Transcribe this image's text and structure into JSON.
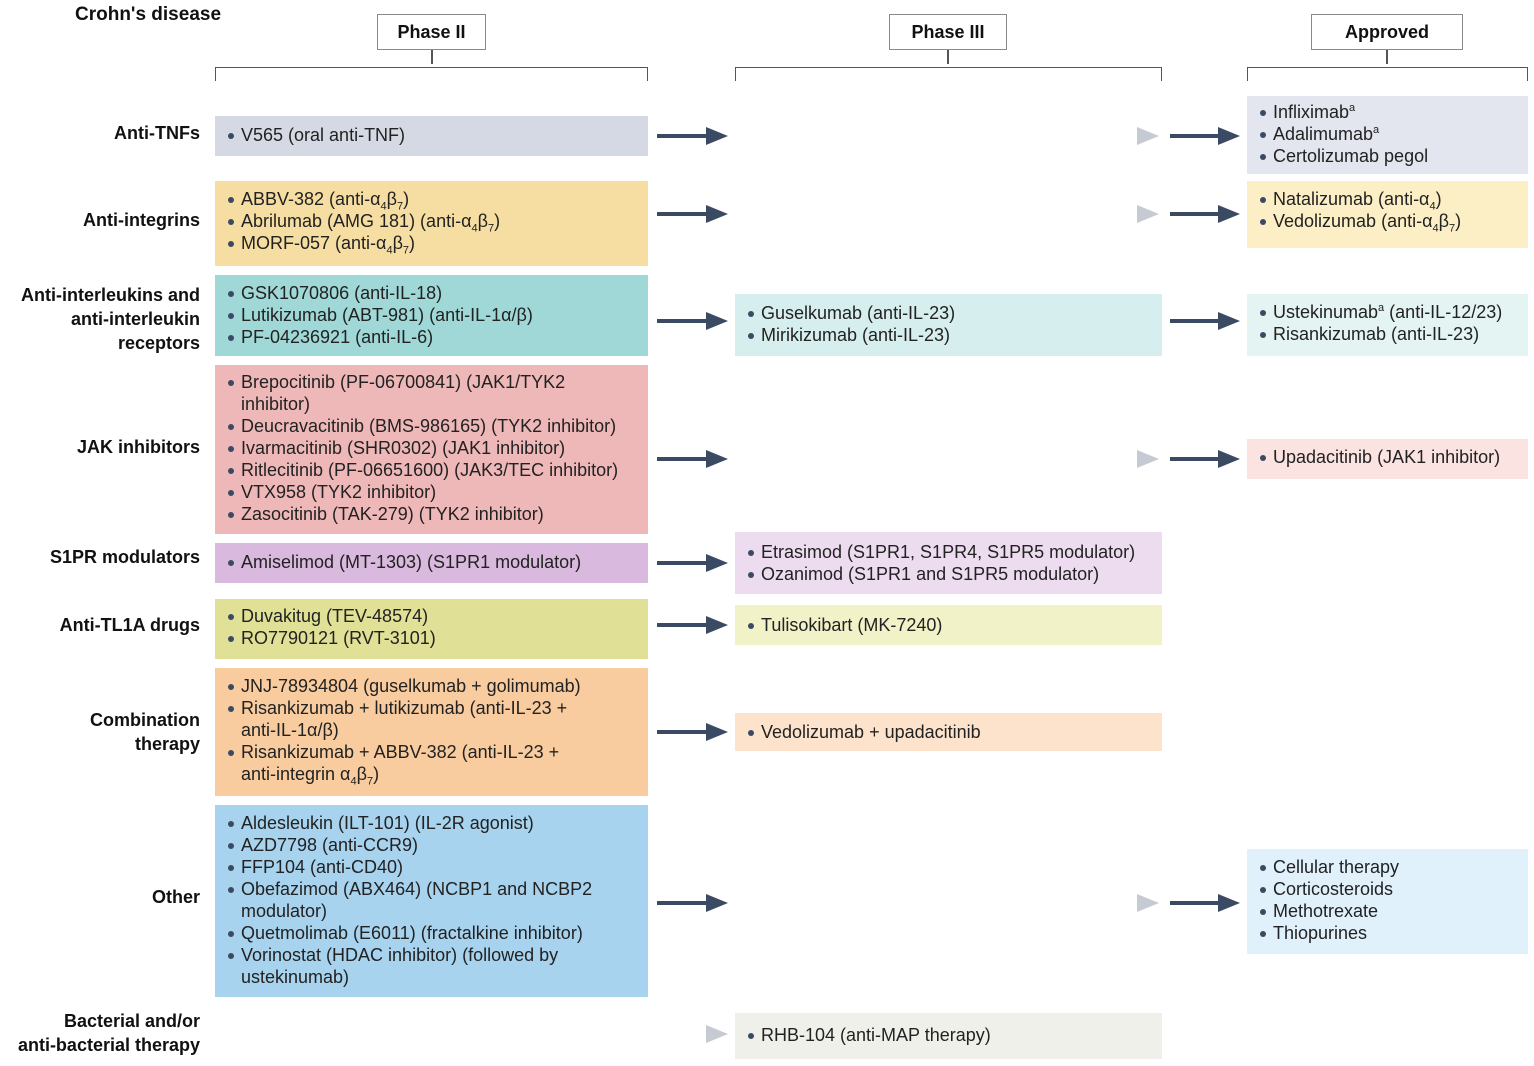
{
  "title": "Crohn's disease",
  "phases": {
    "phase2": "Phase II",
    "phase3": "Phase III",
    "approved": "Approved"
  },
  "colors": {
    "anti_tnf": "#d5d9e3",
    "anti_tnf_approved": "#e3e6ee",
    "anti_integrin": "#f6dea2",
    "anti_integrin_approved": "#fcefc6",
    "anti_interleukin": "#9fd8d6",
    "anti_interleukin_p3": "#d6eeee",
    "anti_interleukin_approved": "#e4f4f3",
    "jak": "#efb8b8",
    "jak_approved": "#fbe3e1",
    "s1pr": "#d9b9dd",
    "s1pr_p3": "#eddcef",
    "tl1a": "#e0e196",
    "tl1a_p3": "#f2f2c8",
    "combo": "#f8cc9e",
    "combo_p3": "#fde3cb",
    "other": "#a8d3ee",
    "other_approved": "#e1f1fb",
    "bacterial_p3": "#f0f0ea",
    "arrow_dark": "#3b4a63",
    "arrow_light": "#c5cad3"
  },
  "rows": [
    {
      "label_lines": [
        "Anti-TNFs"
      ],
      "phase2": [
        "V565 (oral anti-TNF)"
      ],
      "phase3": [],
      "approved": [
        "Infliximab",
        "Adalimumab",
        "Certolizumab pegol"
      ],
      "approved_sup": [
        "a",
        "a",
        ""
      ]
    },
    {
      "label_lines": [
        "Anti-integrins"
      ],
      "phase2": [
        "ABBV-382 (anti-α",
        "Abrilumab (AMG 181) (anti-α",
        "MORF-057 (anti-α"
      ],
      "phase3": [],
      "approved": [
        "Natalizumab (anti-α",
        "Vedolizumab (anti-α"
      ]
    },
    {
      "label_lines": [
        "Anti-interleukins and",
        "anti-interleukin",
        "receptors"
      ],
      "phase2": [
        "GSK1070806 (anti-IL-18)",
        "Lutikizumab (ABT-981) (anti-IL-1α/β)",
        "PF-04236921 (anti-IL-6)"
      ],
      "phase3": [
        "Guselkumab (anti-IL-23)",
        "Mirikizumab (anti-IL-23)"
      ],
      "approved": [
        "Ustekinumab",
        " (anti-IL-12/23)",
        "Risankizumab (anti-IL-23)"
      ]
    },
    {
      "label_lines": [
        "JAK inhibitors"
      ],
      "phase2": [
        "Brepocitinib (PF-06700841) (JAK1/TYK2 inhibitor)",
        "Deucravacitinib (BMS-986165) (TYK2 inhibitor)",
        "Ivarmacitinib (SHR0302) (JAK1 inhibitor)",
        "Ritlecitinib (PF-06651600) (JAK3/TEC inhibitor)",
        "VTX958 (TYK2 inhibitor)",
        "Zasocitinib (TAK-279) (TYK2 inhibitor)"
      ],
      "phase3": [],
      "approved": [
        "Upadacitinib (JAK1 inhibitor)"
      ]
    },
    {
      "label_lines": [
        "S1PR modulators"
      ],
      "phase2": [
        "Amiselimod (MT-1303) (S1PR1 modulator)"
      ],
      "phase3": [
        "Etrasimod (S1PR1, S1PR4, S1PR5 modulator)",
        "Ozanimod (S1PR1 and S1PR5 modulator)"
      ],
      "approved": []
    },
    {
      "label_lines": [
        "Anti-TL1A drugs"
      ],
      "phase2": [
        "Duvakitug (TEV-48574)",
        "RO7790121 (RVT-3101)"
      ],
      "phase3": [
        "Tulisokibart (MK-7240)"
      ],
      "approved": []
    },
    {
      "label_lines": [
        "Combination",
        "therapy"
      ],
      "phase2": [
        "JNJ-78934804 (guselkumab + golimumab)",
        "Risankizumab + lutikizumab (anti-IL-23 + anti-IL-1α/β)",
        "Risankizumab + ABBV-382 (anti-IL-23 + anti-integrin α"
      ],
      "phase3": [
        "Vedolizumab + upadacitinib"
      ],
      "approved": []
    },
    {
      "label_lines": [
        "Other"
      ],
      "phase2": [
        "Aldesleukin (ILT-101) (IL-2R agonist)",
        "AZD7798 (anti-CCR9)",
        "FFP104 (anti-CD40)",
        "Obefazimod (ABX464)  (NCBP1 and NCBP2 modulator)",
        "Quetmolimab (E6011) (fractalkine inhibitor)",
        "Vorinostat (HDAC inhibitor) (followed by ustekinumab)"
      ],
      "phase3": [],
      "approved": [
        "Cellular therapy",
        "Corticosteroids",
        "Methotrexate",
        "Thiopurines"
      ]
    },
    {
      "label_lines": [
        "Bacterial and/or",
        "anti-bacterial therapy"
      ],
      "phase2": [],
      "phase3": [
        "RHB-104 (anti-MAP therapy)"
      ],
      "approved": []
    }
  ],
  "subscripts": {
    "alpha4": "4",
    "beta7": "7",
    "close": ")"
  },
  "extra_text": {
    "sup_a": "a",
    "brepo_1": "Brepocitinib (PF-06700841) (JAK1/TYK2",
    "brepo_2": "inhibitor)",
    "risa_luti_1": "Risankizumab + lutikizumab (anti-IL-23 +",
    "risa_luti_2": "anti-IL-1α/β)",
    "risa_abbv_1": "Risankizumab + ABBV-382 (anti-IL-23 +",
    "risa_abbv_2": "anti-integrin α",
    "obef_1": "Obefazimod (ABX464)  (NCBP1 and NCBP2",
    "obef_2": "modulator)",
    "vori_1": "Vorinostat (HDAC inhibitor) (followed by",
    "vori_2": "ustekinumab)",
    "beta": "β",
    "paren_close": ")"
  }
}
